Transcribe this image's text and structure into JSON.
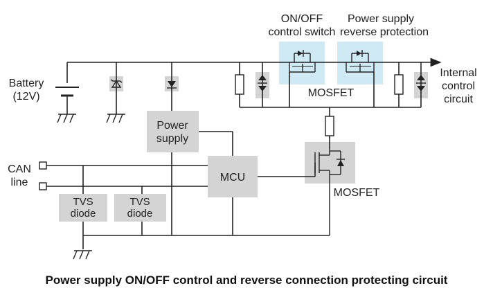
{
  "labels": {
    "battery": [
      "Battery",
      "(12V)"
    ],
    "can_line": [
      "CAN",
      "line"
    ],
    "onoff_switch": [
      "ON/OFF",
      "control switch"
    ],
    "reverse_protection": [
      "Power supply",
      "reverse protection"
    ],
    "mosfet_top": "MOSFET",
    "internal_circuit": [
      "Internal",
      "control",
      "circuit"
    ],
    "power_supply": [
      "Power",
      "supply"
    ],
    "mcu": "MCU",
    "mosfet_right": "MOSFET",
    "tvs_diode_1": [
      "TVS",
      "diode"
    ],
    "tvs_diode_2": [
      "TVS",
      "diode"
    ]
  },
  "caption": "Power supply ON/OFF control and reverse connection protecting circuit",
  "colors": {
    "component_box": "#d4d4d4",
    "highlight_box": "#cfe9f5",
    "wire": "#222222"
  }
}
